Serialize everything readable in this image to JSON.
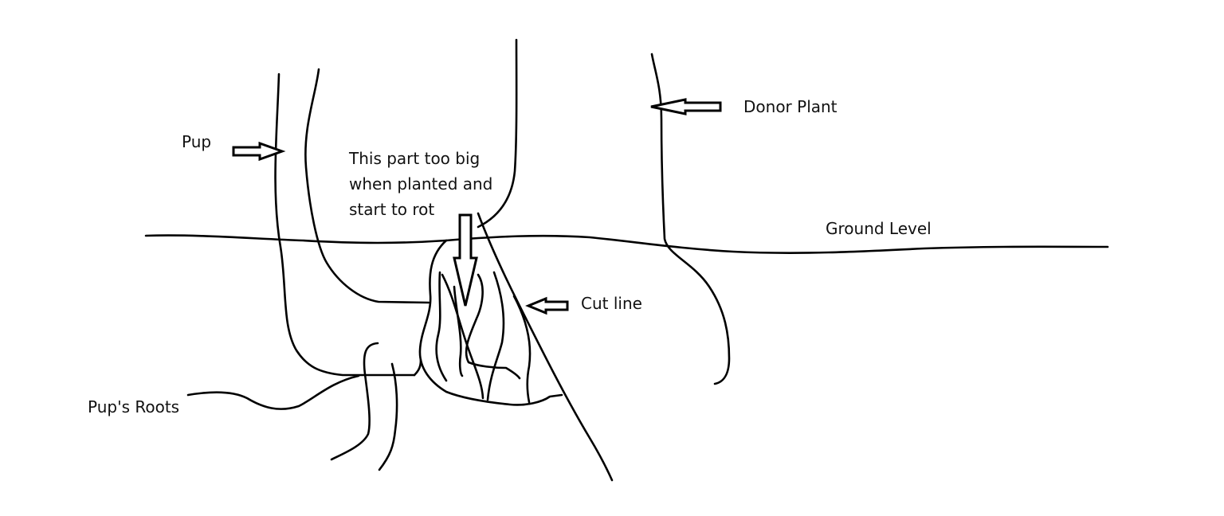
{
  "labels": {
    "pup": "Pup",
    "donor_plant": "Donor Plant",
    "ground_level": "Ground Level",
    "cut_line": "Cut line",
    "pups_roots": "Pup's Roots",
    "too_big": [
      "This part too big",
      "when planted and",
      "start to rot"
    ]
  },
  "colors": {
    "background": "#ffffff",
    "ink": "#000000"
  }
}
